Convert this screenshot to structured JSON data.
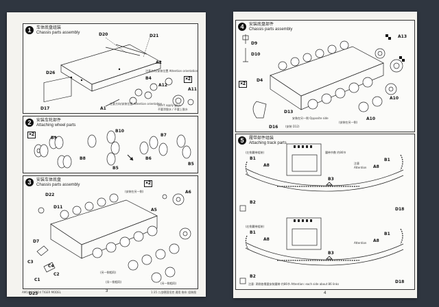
{
  "left_page": {
    "page_number": "3",
    "footer_left": "AM14 © 2024 TIGER MODEL",
    "footer_right": "1:35 二战德国坦克 通用 拖车 组装图",
    "step1": {
      "number": "1",
      "title": "车体底盘组装",
      "subtitle": "Chassis parts assembly",
      "labels": [
        "D20",
        "D21",
        "A2",
        "D26",
        "B4",
        "A12",
        "A11",
        "D17",
        "A1"
      ],
      "multiplier": "×2",
      "notes": [
        "注意方向/安装位置 Attention orientation",
        "注意方向/安装位置 Attention orientation",
        "Don't apply glue",
        "不要涂胶水 / 不要上胶水"
      ]
    },
    "step2": {
      "number": "2",
      "title": "安装车轮部件",
      "subtitle": "Attaching wheel parts",
      "multiplier": "×2",
      "labels": [
        "B9",
        "B8",
        "B10",
        "B7",
        "B5",
        "B5",
        "B6"
      ]
    },
    "step3": {
      "number": "3",
      "title": "安装车体底盘",
      "subtitle": "Chassis parts assembly",
      "multiplier": "×2",
      "labels": [
        "D22",
        "D11",
        "A6",
        "A5",
        "D7",
        "C1",
        "C2",
        "D23",
        "C3",
        "C4"
      ],
      "notes": [
        "(安装在另一侧)",
        "(另一侧相同)",
        "(另一侧相同)",
        "(另一侧相同)"
      ]
    }
  },
  "right_page": {
    "page_number": "4",
    "step4": {
      "number": "4",
      "title": "安装底盘部件",
      "subtitle": "Chassis parts assembly",
      "multiplier": "×2",
      "labels": [
        "D9",
        "D10",
        "A13",
        "D4",
        "A10",
        "A10",
        "D13",
        "D16"
      ],
      "notes": [
        "(安装 D12)",
        "安装在另一侧 Opposite side",
        "(安装在另一侧)"
      ]
    },
    "step5": {
      "number": "5",
      "title": "履带部件组装",
      "subtitle": "Attaching track parts",
      "labels": [
        "B1",
        "A8",
        "B2",
        "B3",
        "B1",
        "A8",
        "D18",
        "B1",
        "A8",
        "B2",
        "B3",
        "B1",
        "A8",
        "D18"
      ],
      "notes": [
        "(左侧履带组装)",
        "(右侧履带组装)",
        "Attention",
        "Attention",
        "履带节数 约86节",
        "注意: 两侧各需要安装履带 约86节 Attention: each side about 86 links"
      ],
      "attention_label": "注意"
    }
  },
  "colors": {
    "background": "#2f3640",
    "paper": "#f4f3ef",
    "ink": "#111111"
  }
}
